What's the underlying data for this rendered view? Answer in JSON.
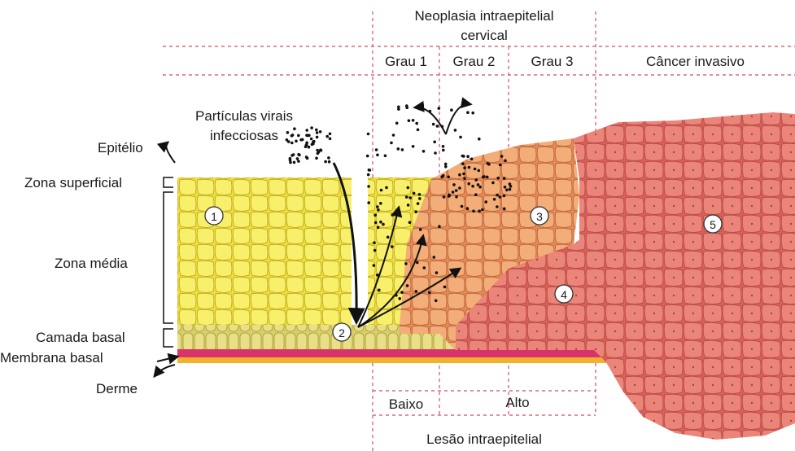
{
  "header": {
    "title_line1": "Neoplasia intraepitelial",
    "title_line2": "cervical",
    "grades": [
      "Grau 1",
      "Grau 2",
      "Grau 3"
    ],
    "invasive": "Câncer invasivo"
  },
  "labels": {
    "viral_line1": "Partículas virais",
    "viral_line2": "infecciosas",
    "epitelio": "Epitélio",
    "zona_superficial": "Zona superficial",
    "zona_media": "Zona média",
    "camada_basal": "Camada basal",
    "membrana_basal": "Membrana basal",
    "derme": "Derme"
  },
  "markers": [
    "1",
    "2",
    "3",
    "4",
    "5"
  ],
  "footer": {
    "baixo": "Baixo",
    "alto": "Alto",
    "lesao": "Lesão intraepitelial"
  },
  "colors": {
    "yellow_cells": "#f4e93a",
    "orange_cells": "#f0a46a",
    "red_cells": "#e7776e",
    "basal_membrane": "#d8336a",
    "dermis_line": "#f3b22c",
    "guide_lines": "#d96a7c"
  }
}
